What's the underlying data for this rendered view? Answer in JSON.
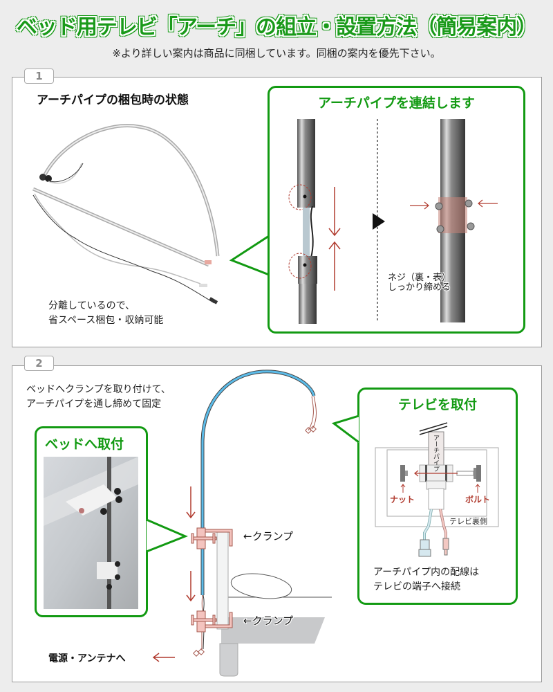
{
  "header": {
    "title": "ベッド用テレビ「アーチ」の組立・設置方法（簡易案内）",
    "note": "※より詳しい案内は商品に同梱しています。同梱の案内を優先下さい。"
  },
  "step1": {
    "number": "1",
    "heading": "アーチパイプの梱包時の状態",
    "caption_lines": [
      "分離しているので、",
      "省スペース梱包・収納可能"
    ],
    "callout": {
      "title": "アーチパイプを連結します",
      "screw_note_lines": [
        "ネジ（裏・表）",
        "しっかり締める"
      ]
    }
  },
  "step2": {
    "number": "2",
    "intro_lines": [
      "ベッドへクランプを取り付けて、",
      "アーチパイプを通し締めて固定"
    ],
    "bed_callout": {
      "title": "ベッドへ取付"
    },
    "clamp_label_upper": "←クランプ",
    "clamp_label_lower": "←クランプ",
    "power_label": "電源・アンテナへ",
    "tv_callout": {
      "title": "テレビを取付",
      "pipe_label": "アーチパイプ",
      "nut_label": "ナット",
      "bolt_label": "ボルト",
      "tv_back_label": "テレビ裏側",
      "wiring_note_lines": [
        "アーチパイプ内の配線は",
        "テレビの端子へ接続"
      ]
    }
  },
  "colors": {
    "accent_green": "#129a12",
    "arrow_red": "#b03a2e",
    "pipe_blue": "#5bbcea",
    "clamp_pink": "#f4c4bf",
    "background": "#ededed"
  }
}
